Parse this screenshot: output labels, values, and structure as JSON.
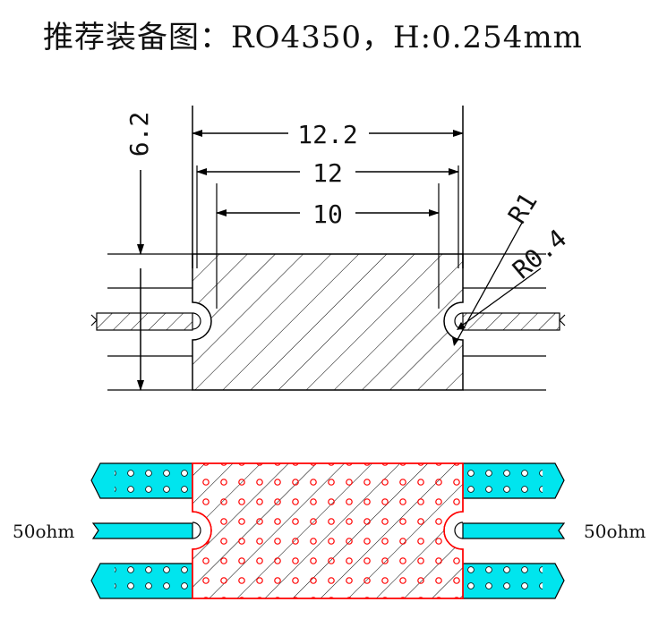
{
  "title": "推荐装备图：RO4350，H:0.254mm",
  "dimensions": {
    "height": "6.2",
    "width_outer": "12.2",
    "width_mid": "12",
    "width_inner": "10",
    "radius_large": "R1",
    "radius_small": "R0.4"
  },
  "labels": {
    "left_impedance": "50ohm",
    "right_impedance": "50ohm"
  },
  "colors": {
    "line": "#000000",
    "ground_fill": "#00e5ee",
    "via_dot": "#ff0000",
    "body_outline": "#ff0000"
  }
}
